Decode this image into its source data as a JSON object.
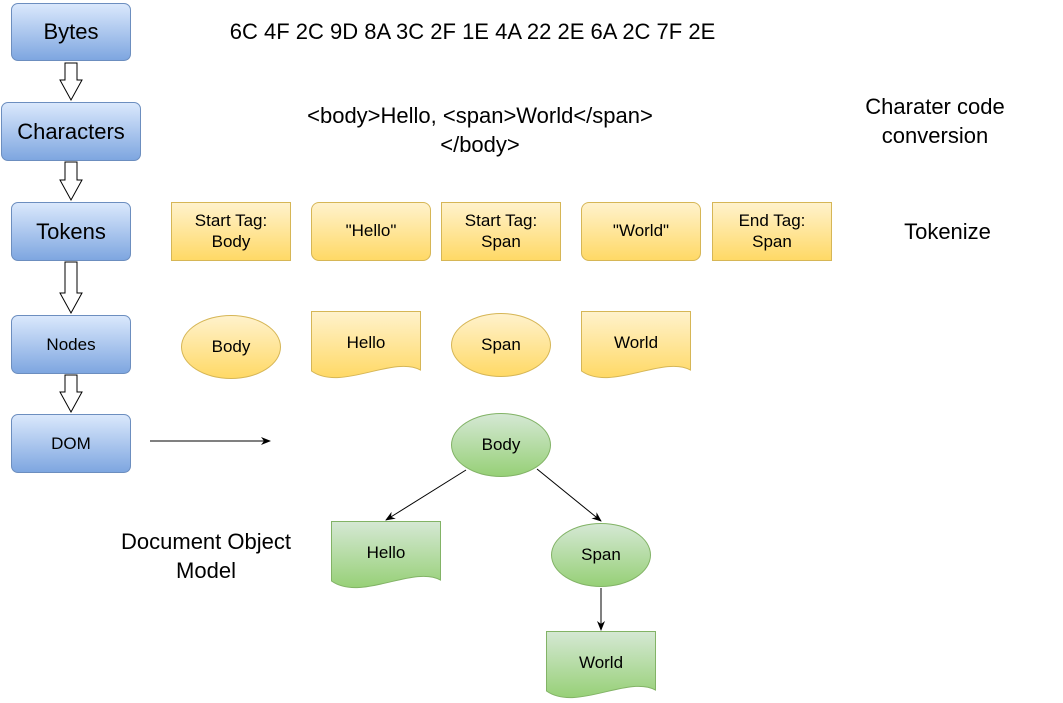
{
  "stages": [
    "Bytes",
    "Characters",
    "Tokens",
    "Nodes",
    "DOM"
  ],
  "bytes_text": "6C 4F 2C 9D 8A 3C 2F 1E 4A 22 2E 6A 2C 7F 2E",
  "characters_text": {
    "line1": "<body>Hello, <span>World</span>",
    "line2": "</body>"
  },
  "side_labels": {
    "conversion_line1": "Charater code",
    "conversion_line2": "conversion",
    "tokenize": "Tokenize",
    "dom_line1": "Document Object",
    "dom_line2": "Model"
  },
  "tokens": [
    "Start Tag:\nBody",
    "\"Hello\"",
    "Start Tag:\nSpan",
    "\"World\"",
    "End Tag:\nSpan"
  ],
  "nodes": [
    "Body",
    "Hello",
    "Span",
    "World"
  ],
  "dom_tree": {
    "root": "Body",
    "left_child": "Hello",
    "right_child": "Span",
    "grandchild": "World"
  },
  "colors": {
    "stage_fill": "#7ea6e0",
    "stage_border": "#6c8ebf",
    "token_fill": "#ffd966",
    "token_border": "#d6b656",
    "dom_fill": "#97d077",
    "dom_border": "#82b366"
  }
}
